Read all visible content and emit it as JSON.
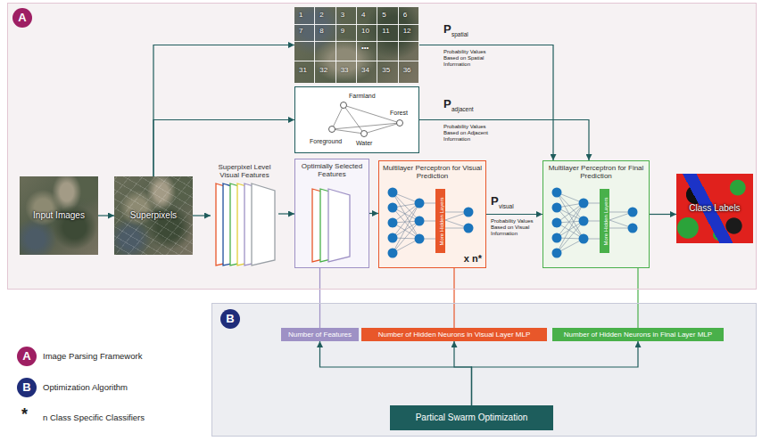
{
  "diagram": {
    "nodes": [
      {
        "text": [
          "A"
        ]
      },
      {
        "text": [
          "Input Images"
        ],
        "in": 0
      },
      {
        "text": [
          "Superpixels"
        ],
        "in": 0
      },
      {
        "text": [
          "1",
          "2",
          "3",
          "4",
          "5",
          "6",
          "7",
          "8",
          "9",
          "10",
          "11",
          "12",
          "•••",
          "31",
          "32",
          "33",
          "34",
          "35",
          "36"
        ],
        "in": 0
      },
      {
        "text": [
          "Farmland",
          "Forest",
          "Foreground",
          "Water"
        ],
        "in": 0
      },
      {
        "text": [
          "Superpixel Level Visual Features"
        ],
        "in": 0
      },
      {
        "text": [
          "Optimially Selected Features"
        ],
        "in": 0
      },
      {
        "text": [
          "Multilayer Perceptron for Visual Prediction",
          "More Hidden Layers",
          "x n*"
        ],
        "in": 0
      },
      {
        "text": [
          "Multilayer Perceptron for Final Prediction",
          "More Hidden Layers"
        ],
        "in": 0
      },
      {
        "text": [
          "Class Labels"
        ],
        "in": 0
      },
      {
        "text": [
          "B"
        ]
      },
      {
        "text": [
          "Number of Features"
        ],
        "in": 10
      },
      {
        "text": [
          "Number of Hidden Neurons in Visual Layer MLP"
        ],
        "in": 10
      },
      {
        "text": [
          "Number of Hidden Neurons in Final Layer MLP"
        ],
        "in": 10
      },
      {
        "text": [
          "Partical Swarm Optimization"
        ],
        "in": 10
      }
    ],
    "edges": [
      {
        "from": 1,
        "to": 2,
        "arrow": "to"
      },
      {
        "from": 2,
        "to": 3,
        "arrow": "to"
      },
      {
        "from": 2,
        "to": 4,
        "arrow": "to"
      },
      {
        "from": 2,
        "to": 5,
        "arrow": "to"
      },
      {
        "from": 5,
        "to": 6,
        "arrow": "to"
      },
      {
        "from": 6,
        "to": 7,
        "arrow": "to"
      },
      {
        "from": 3,
        "to": 8,
        "arrow": "to"
      },
      {
        "from": 4,
        "to": 8,
        "arrow": "to"
      },
      {
        "from": 7,
        "to": 8,
        "arrow": "to"
      },
      {
        "from": 8,
        "to": 9,
        "arrow": "to"
      },
      {
        "from": 14,
        "to": 11,
        "arrow": "to"
      },
      {
        "from": 14,
        "to": 12,
        "arrow": "to"
      },
      {
        "from": 14,
        "to": 13,
        "arrow": "to"
      },
      {
        "from": 11,
        "to": 6,
        "arrow": "none"
      },
      {
        "from": 12,
        "to": 7,
        "arrow": "none"
      },
      {
        "from": 13,
        "to": 8,
        "arrow": "none"
      }
    ],
    "labels": [
      "P",
      "spatial",
      "Probability Values Based on Spatial Information",
      "P",
      "adjacent",
      "Probability Values Based on Adjacent Information",
      "P",
      "visual",
      "Probability Values Based on Visual Information",
      "A",
      "B",
      "*"
    ],
    "legend": [
      {
        "text": "Image Parsing Framework"
      },
      {
        "text": "Optimization Algorithm"
      },
      {
        "text": "n Class Specific Classifiers"
      }
    ]
  }
}
